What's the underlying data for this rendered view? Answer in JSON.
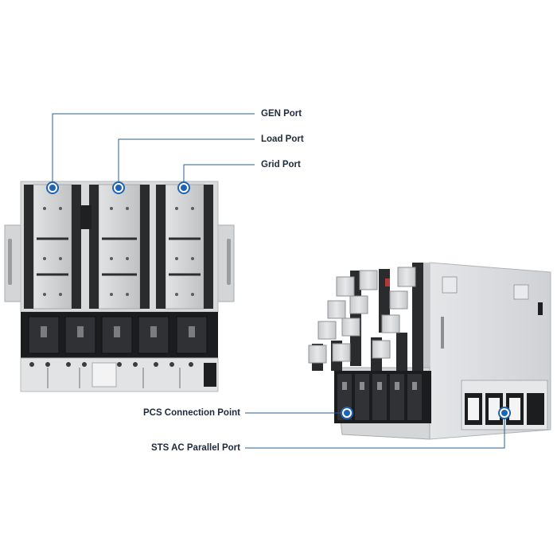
{
  "callouts": {
    "gen_port": "GEN Port",
    "load_port": "Load Port",
    "grid_port": "Grid Port",
    "pcs_connection_point": "PCS Connection Point",
    "sts_ac_parallel_port": "STS AC Parallel Port"
  },
  "colors": {
    "callout_line": "#2a5d8f",
    "callout_dot": "#1f64b0",
    "label_text": "#1d2a3a",
    "panel_gray": "#d9dadb",
    "breaker_black": "#1b1c1e"
  },
  "icons": [
    "port-marker-icon"
  ]
}
